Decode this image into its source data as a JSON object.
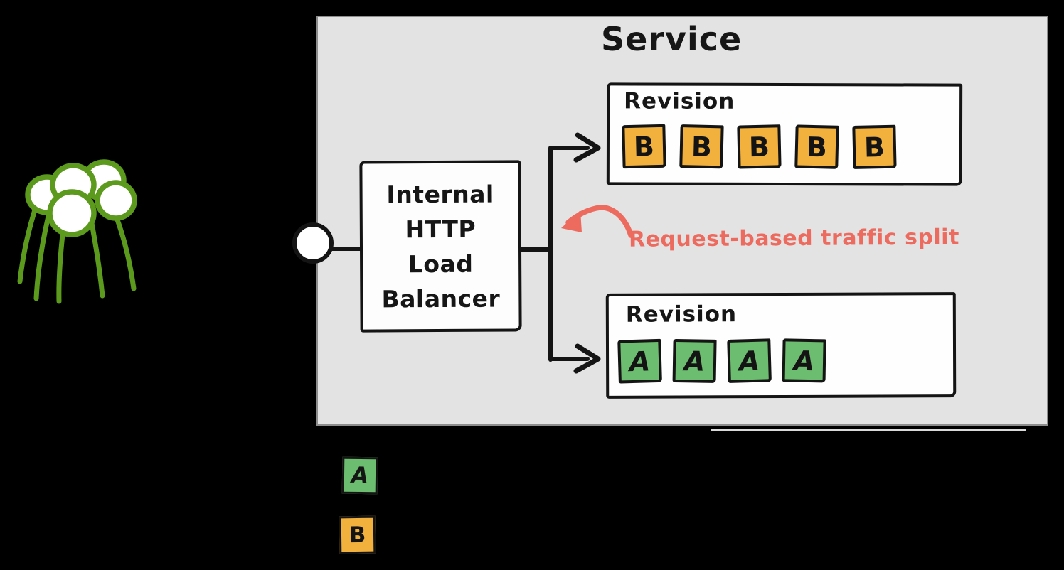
{
  "service": {
    "title": "Service",
    "background_color": "#e3e3e3",
    "load_balancer": {
      "label": "Internal HTTP Load Balancer",
      "lines": [
        "Internal",
        "HTTP",
        "Load",
        "Balancer"
      ]
    },
    "revisions": [
      {
        "label": "Revision",
        "container_letter": "B",
        "container_count": 5,
        "container_color": "#f2b13d"
      },
      {
        "label": "Revision",
        "container_letter": "A",
        "container_count": 4,
        "container_color": "#6cbd6f"
      }
    ],
    "annotation": {
      "text": "Request-based traffic split",
      "color": "#ed6a5e"
    }
  },
  "legend": [
    {
      "letter": "A",
      "color": "#6cbd6f"
    },
    {
      "letter": "B",
      "color": "#f2b13d"
    }
  ],
  "icons": {
    "crowd": {
      "name": "users-crowd-icon",
      "stroke_color": "#5b9a1d"
    }
  },
  "colors": {
    "page_background": "#000000",
    "line_color": "#141414",
    "box_fill": "#fdfdfd",
    "accent_red": "#ed6a5e",
    "container_orange": "#f2b13d",
    "container_green": "#6cbd6f",
    "crowd_green": "#5b9a1d"
  }
}
